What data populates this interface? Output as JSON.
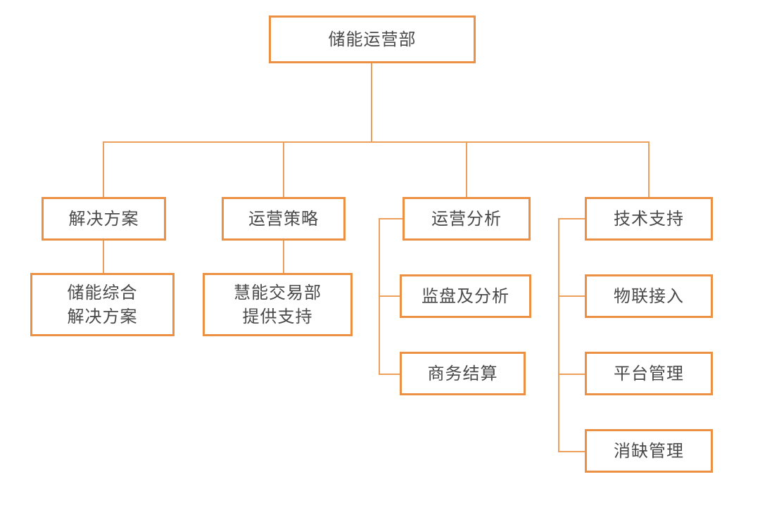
{
  "colors": {
    "box_border": "#EC9043",
    "connector_line": "#EDA05C",
    "text": "#4A4A4A",
    "box_fill": "#FFFFFF",
    "background": "#FFFFFF"
  },
  "org_chart": {
    "root": {
      "label": "储能运营部"
    },
    "branches": [
      {
        "label": "解决方案",
        "children": [
          {
            "line1": "储能综合",
            "line2": "解决方案"
          }
        ]
      },
      {
        "label": "运营策略",
        "children": [
          {
            "line1": "慧能交易部",
            "line2": "提供支持"
          }
        ]
      },
      {
        "label": "运营分析",
        "children": [
          {
            "label": "监盘及分析"
          },
          {
            "label": "商务结算"
          }
        ]
      },
      {
        "label": "技术支持",
        "children": [
          {
            "label": "物联接入"
          },
          {
            "label": "平台管理"
          },
          {
            "label": "消缺管理"
          }
        ]
      }
    ]
  }
}
